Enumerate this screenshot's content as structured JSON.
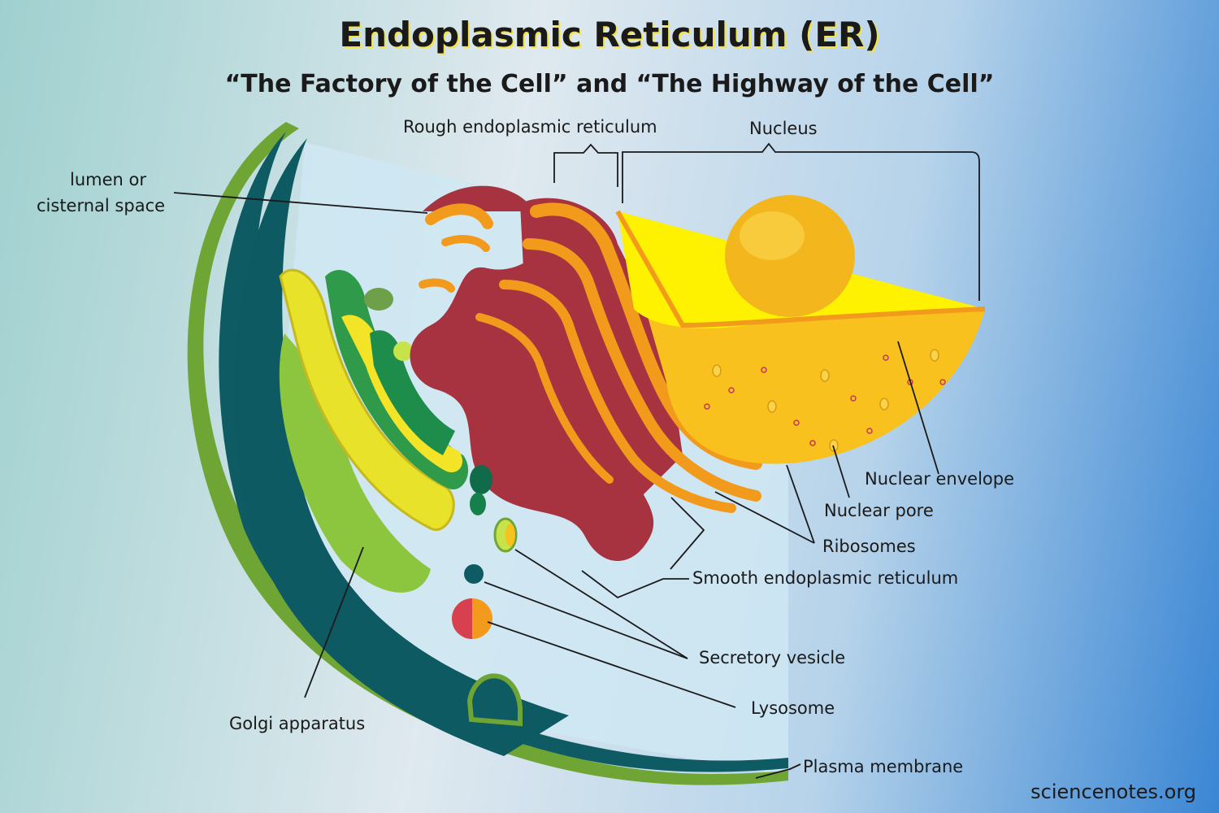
{
  "title": "Endoplasmic Reticulum (ER)",
  "subtitle": "“The Factory of the Cell” and “The Highway of the Cell”",
  "labels": {
    "rough_er": "Rough endoplasmic reticulum",
    "nucleus": "Nucleus",
    "lumen_line1": "lumen or",
    "lumen_line2": "cisternal space",
    "nuclear_envelope": "Nuclear envelope",
    "nuclear_pore": "Nuclear pore",
    "ribosomes": "Ribosomes",
    "smooth_er": "Smooth endoplasmic reticulum",
    "secretory_vesicle": "Secretory vesicle",
    "lysosome": "Lysosome",
    "golgi": "Golgi apparatus",
    "plasma_membrane": "Plasma membrane"
  },
  "credit": "sciencenotes.org",
  "colors": {
    "cytoplasm": "#c9e6f2",
    "membrane_outer": "#6fa534",
    "membrane_inner": "#0f5b63",
    "golgi": "#2f9a4a",
    "golgi_yellow": "#e8e22a",
    "rough_er": "#a6333f",
    "er_orange": "#f29a1c",
    "nucleus": "#f8c11d",
    "nucleus_face": "#fff200",
    "nucleolus": "#f3b61c"
  }
}
